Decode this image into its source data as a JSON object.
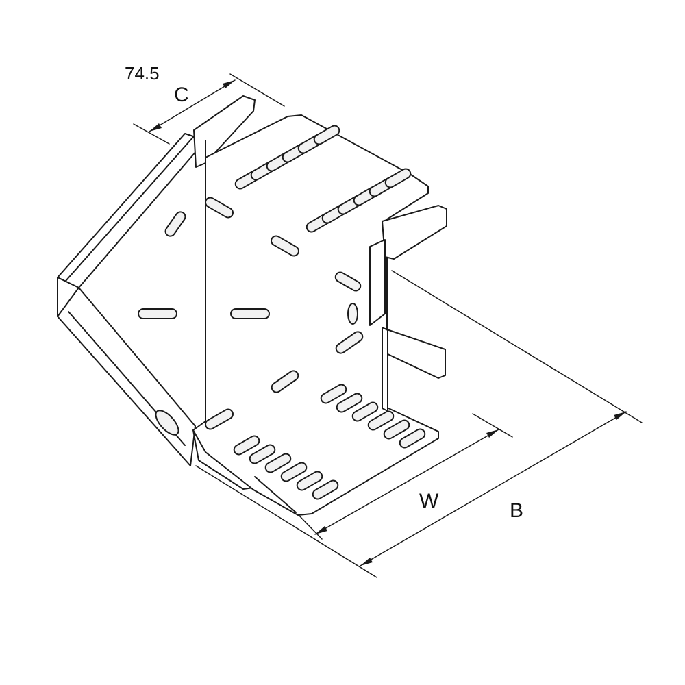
{
  "labels": {
    "flange_height": "74.5",
    "flange_symbol": "C",
    "width_symbol": "W",
    "outer_symbol": "B"
  },
  "colors": {
    "line": "#1a1a1a",
    "background": "#ffffff"
  }
}
